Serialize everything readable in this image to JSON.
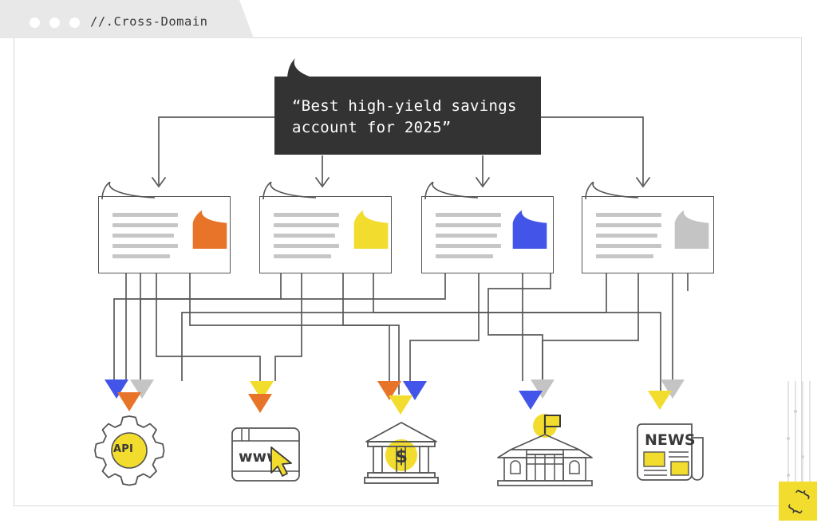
{
  "window": {
    "title": "//.Cross-Domain",
    "dots": [
      "dot-1",
      "dot-2",
      "dot-3"
    ]
  },
  "query": {
    "text": "“Best high-yield savings\naccount for 2025”",
    "bg_color": "#333333",
    "text_color": "#ffffff"
  },
  "colors": {
    "orange": "#E8742A",
    "yellow": "#F2DC2D",
    "blue": "#4255E8",
    "gray": "#C4C4C4",
    "wire": "#5a5a5a",
    "line_gray": "#c6c6c6",
    "stroke": "#555555"
  },
  "sources": [
    {
      "name": "source-card-orange",
      "accent": "#E8742A",
      "line_count": 5
    },
    {
      "name": "source-card-yellow",
      "accent": "#F2DC2D",
      "line_count": 5
    },
    {
      "name": "source-card-blue",
      "accent": "#4255E8",
      "line_count": 5
    },
    {
      "name": "source-card-gray",
      "accent": "#C4C4C4",
      "line_count": 5
    }
  ],
  "destinations": [
    {
      "name": "api-gear-icon",
      "label": "API",
      "accent": "#F2DC2D",
      "arrows": [
        "#4255E8",
        "#C4C4C4",
        "#E8742A"
      ]
    },
    {
      "name": "website-browser-icon",
      "label": "www",
      "accent": "#F2DC2D",
      "arrows": [
        "#F2DC2D",
        "#E8742A"
      ]
    },
    {
      "name": "bank-building-icon",
      "label": "$",
      "accent": "#F2DC2D",
      "arrows": [
        "#E8742A",
        "#4255E8",
        "#F2DC2D"
      ]
    },
    {
      "name": "government-building-icon",
      "label": "",
      "accent": "#F2DC2D",
      "arrows": [
        "#4255E8",
        "#C4C4C4"
      ]
    },
    {
      "name": "news-paper-icon",
      "label": "NEWS",
      "accent": "#F2DC2D",
      "arrows": [
        "#F2DC2D",
        "#C4C4C4"
      ]
    }
  ],
  "badge": {
    "glyph": "{ }",
    "bg_color": "#F2DC2D"
  }
}
